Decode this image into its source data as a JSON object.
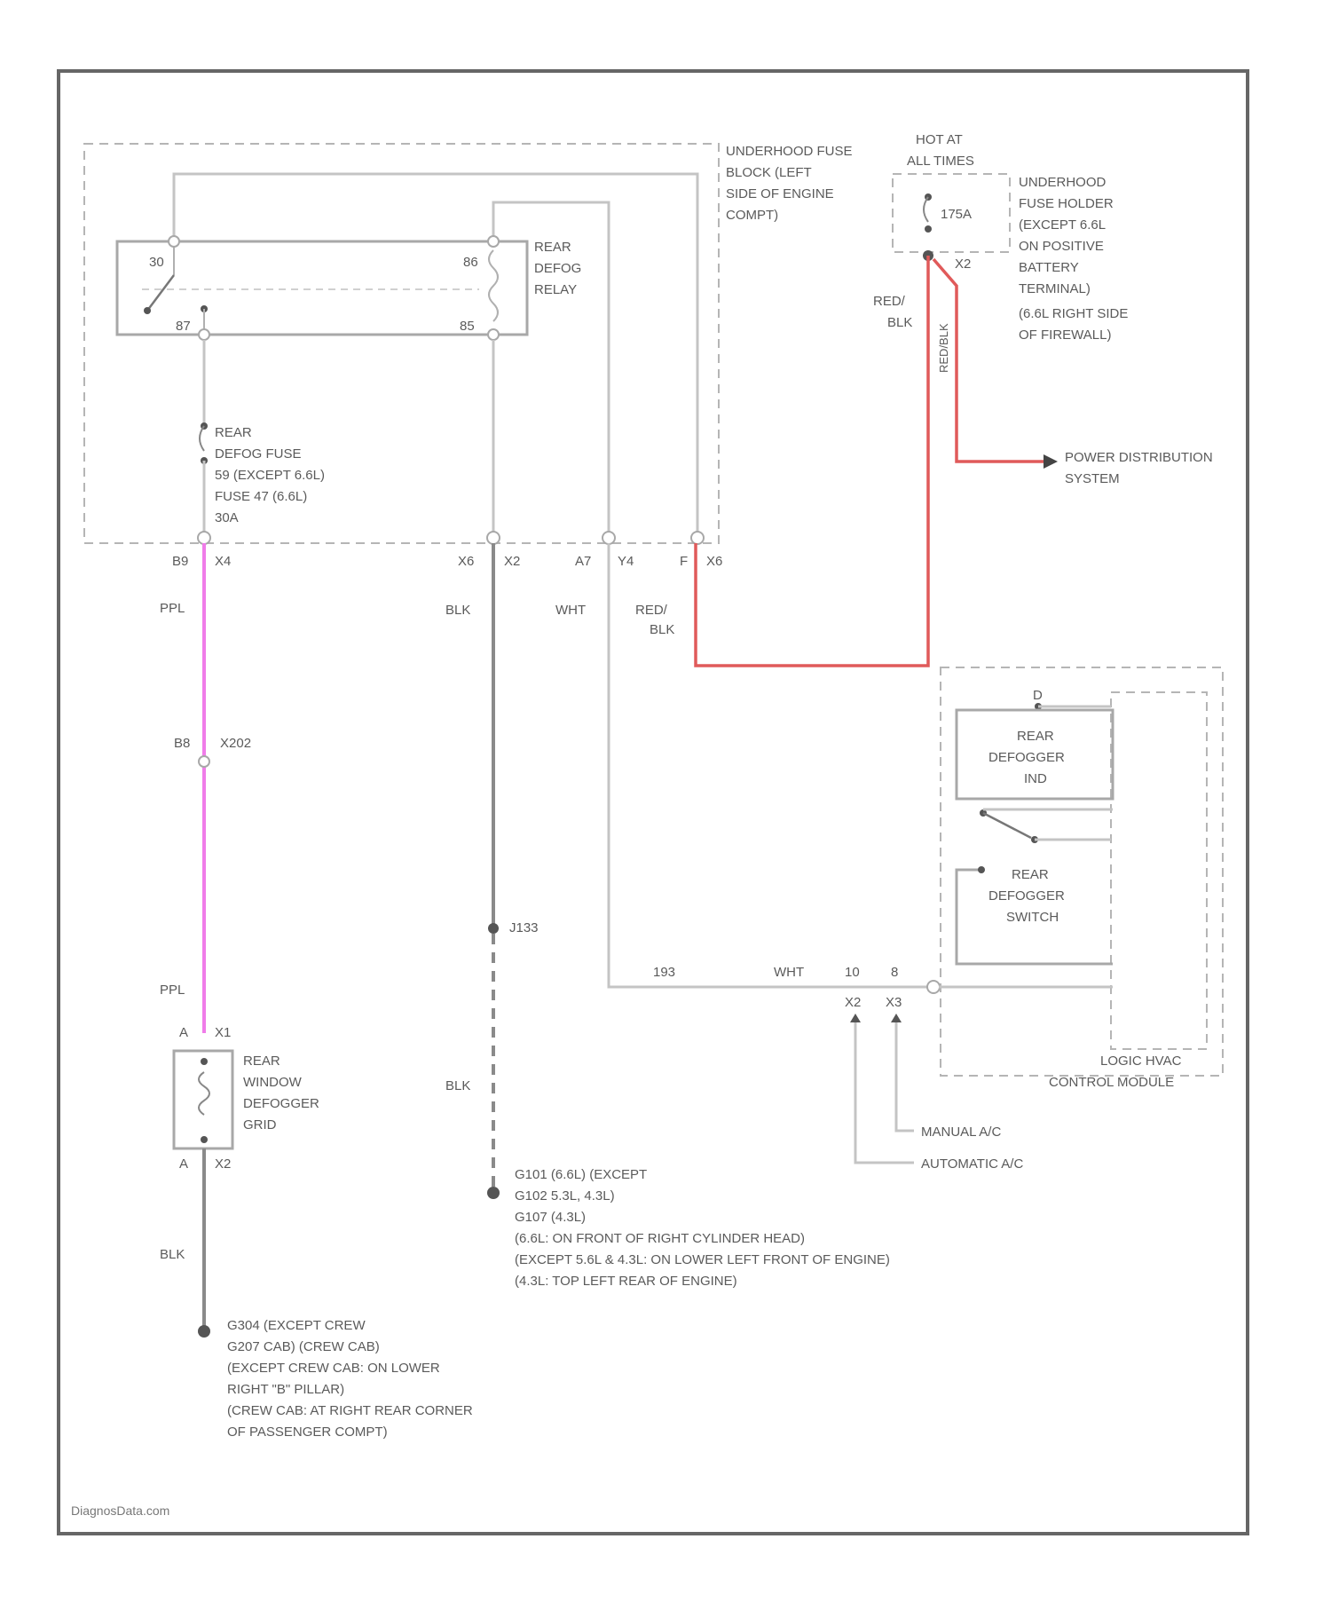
{
  "fuse_block": {
    "label_lines": [
      "UNDERHOOD FUSE",
      "BLOCK (LEFT",
      "SIDE OF ENGINE",
      "COMPT)"
    ],
    "pins_bottom": [
      "B9",
      "X4",
      "X6",
      "X2",
      "A7",
      "Y4",
      "F",
      "X6"
    ]
  },
  "relay": {
    "label_lines": [
      "REAR",
      "DEFOG",
      "RELAY"
    ],
    "pins": {
      "top_left": "30",
      "top_right": "86",
      "bottom_left": "87",
      "bottom_right": "85"
    }
  },
  "fuse": {
    "label_lines": [
      "REAR",
      "DEFOG FUSE",
      "59        (EXCEPT 6.6L)",
      "FUSE 47    (6.6L)",
      "30A"
    ]
  },
  "holder": {
    "hot_lines": [
      "HOT AT",
      "ALL TIMES"
    ],
    "rating": "175A",
    "pin": "X2",
    "label_lines": [
      "UNDERHOOD",
      "FUSE HOLDER",
      "(EXCEPT 6.6L",
      "ON POSITIVE",
      "BATTERY",
      "TERMINAL)",
      "(6.6L RIGHT SIDE",
      "OF FIREWALL)"
    ]
  },
  "power_distribution": [
    "POWER DISTRIBUTION",
    "SYSTEM"
  ],
  "wires": {
    "ppl": "PPL",
    "blk": "BLK",
    "wht": "WHT",
    "red_blk": [
      "RED/",
      "BLK"
    ],
    "red": "RED/BLK",
    "vertical_red": "RED/BLK"
  },
  "connector_mid": {
    "pin": "B8",
    "name": "X202"
  },
  "splice": "J133",
  "grid": {
    "pin_top": "A",
    "conn_top": "X1",
    "pin_bottom": "A",
    "conn_bottom": "X2",
    "label_lines": [
      "REAR",
      "WINDOW",
      "DEFOGGER",
      "GRID"
    ]
  },
  "hvac": {
    "module_lines": [
      "LOGIC HVAC",
      "CONTROL MODULE"
    ],
    "ind_lines": [
      "REAR",
      "DEFOGGER",
      "IND"
    ],
    "switch_lines": [
      "REAR",
      "DEFOGGER",
      "SWITCH"
    ],
    "pin_d": "D",
    "circuit": "193",
    "pins": [
      "10",
      "8"
    ],
    "conns": [
      "X2",
      "X3"
    ],
    "manual": "MANUAL A/C",
    "automatic": "AUTOMATIC A/C"
  },
  "ground_left": [
    "G304    (EXCEPT CREW",
    "G207     CAB) (CREW CAB)",
    "(EXCEPT CREW CAB: ON LOWER",
    "RIGHT \"B\" PILLAR)",
    "(CREW CAB: AT RIGHT REAR CORNER",
    "OF PASSENGER COMPT)"
  ],
  "ground_mid": [
    "G101   (6.6L) (EXCEPT",
    "G102    5.3L, 4.3L)",
    "G107    (4.3L)",
    "(6.6L: ON FRONT OF RIGHT CYLINDER HEAD)",
    "(EXCEPT 5.6L & 4.3L: ON LOWER LEFT FRONT OF ENGINE)",
    "(4.3L: TOP LEFT REAR OF ENGINE)"
  ],
  "footer": "DiagnosData.com"
}
